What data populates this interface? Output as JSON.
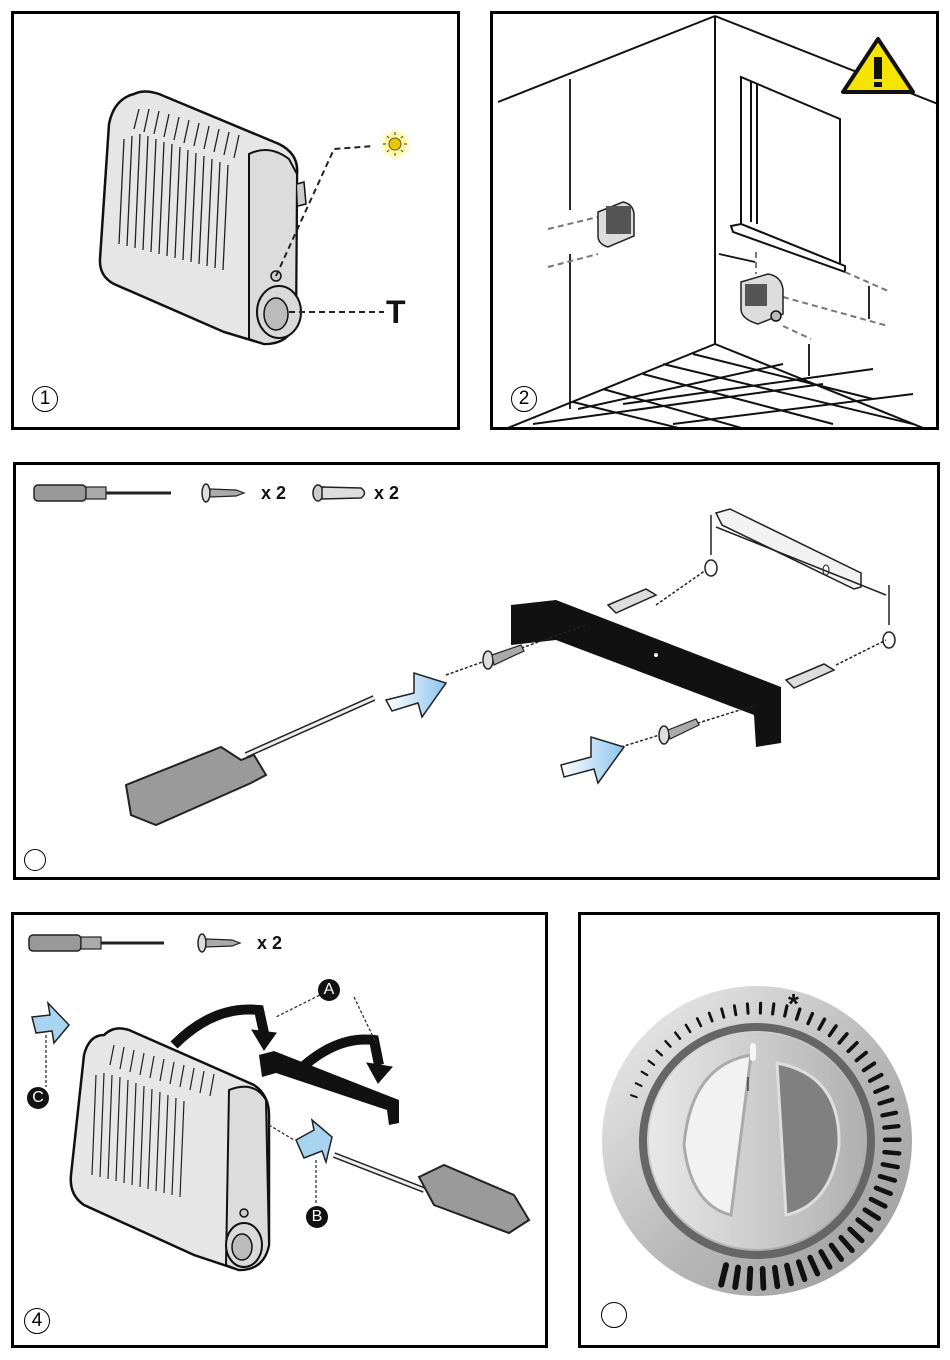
{
  "document": {
    "type": "installation-instructions",
    "panels": [
      {
        "id": "panel-1",
        "step_number": "1",
        "labels": {
          "thermostat": "T"
        },
        "icons": [
          "heater-icon",
          "indicator-light-icon",
          "thermostat-knob-icon"
        ]
      },
      {
        "id": "panel-2",
        "step_number": "2",
        "icons": [
          "warning-triangle-icon",
          "window-icon",
          "heater-icon",
          "dimension-arrow-icon"
        ],
        "warning_color": "#F5E400"
      },
      {
        "id": "panel-3",
        "step_number": "",
        "tools": [
          {
            "icon": "screwdriver-icon",
            "qty": ""
          },
          {
            "icon": "screw-icon",
            "qty": "x 2"
          },
          {
            "icon": "wall-plug-icon",
            "qty": "x 2"
          }
        ],
        "icons": [
          "wall-bracket-icon",
          "spirit-level-icon",
          "push-arrow-icon"
        ]
      },
      {
        "id": "panel-4",
        "step_number": "4",
        "tools": [
          {
            "icon": "screwdriver-icon",
            "qty": ""
          },
          {
            "icon": "screw-icon",
            "qty": "x 2"
          }
        ],
        "callouts": [
          "A",
          "B",
          "C"
        ],
        "arrow_color": "#A8D4F0"
      },
      {
        "id": "panel-5",
        "step_number": "",
        "dial": {
          "frost_symbol": "*",
          "icon": "thermostat-dial-icon"
        }
      }
    ]
  }
}
